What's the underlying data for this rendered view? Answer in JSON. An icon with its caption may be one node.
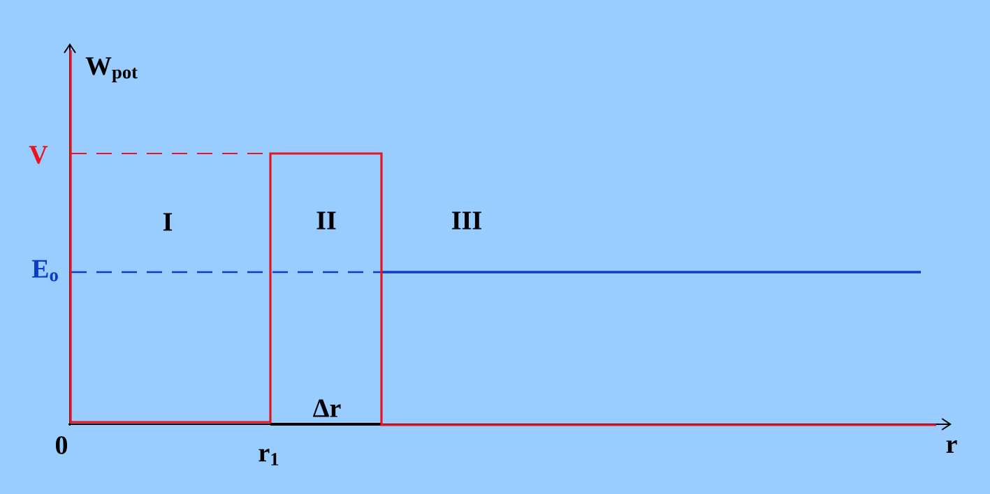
{
  "diagram": {
    "labels": [
      "W$_{pot}$",
      "V",
      "I",
      "II",
      "III",
      "E$_{o}$",
      "Δr",
      "0",
      "r$_{1}$",
      "r"
    ]
  }
}
